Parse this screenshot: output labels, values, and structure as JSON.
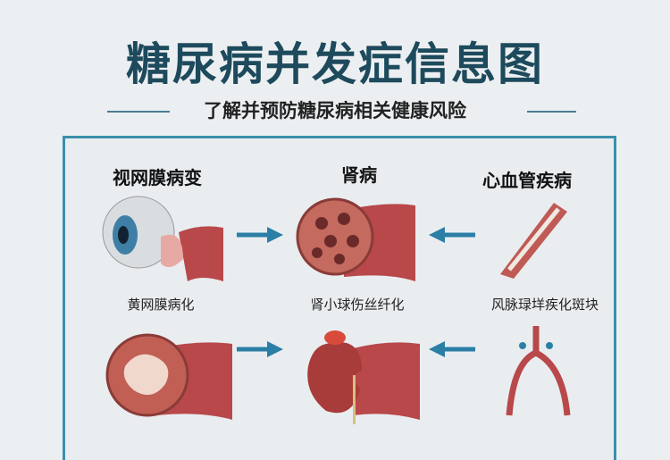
{
  "title": "糖尿病并发症信息图",
  "subtitle": "了解并预防糖尿病相关健康风险",
  "columns": [
    {
      "heading": "视网膜病变",
      "caption": "黄网膜病化"
    },
    {
      "heading": "肾病",
      "caption": "肾小球伤丝纤化"
    },
    {
      "heading": "心血管疾病",
      "caption": "风脉琭垟疾化斑块"
    }
  ],
  "colors": {
    "title": "#1d4a5c",
    "border": "#3b8fad",
    "arrow": "#2b7fa6",
    "tissue": "#b8484a"
  }
}
